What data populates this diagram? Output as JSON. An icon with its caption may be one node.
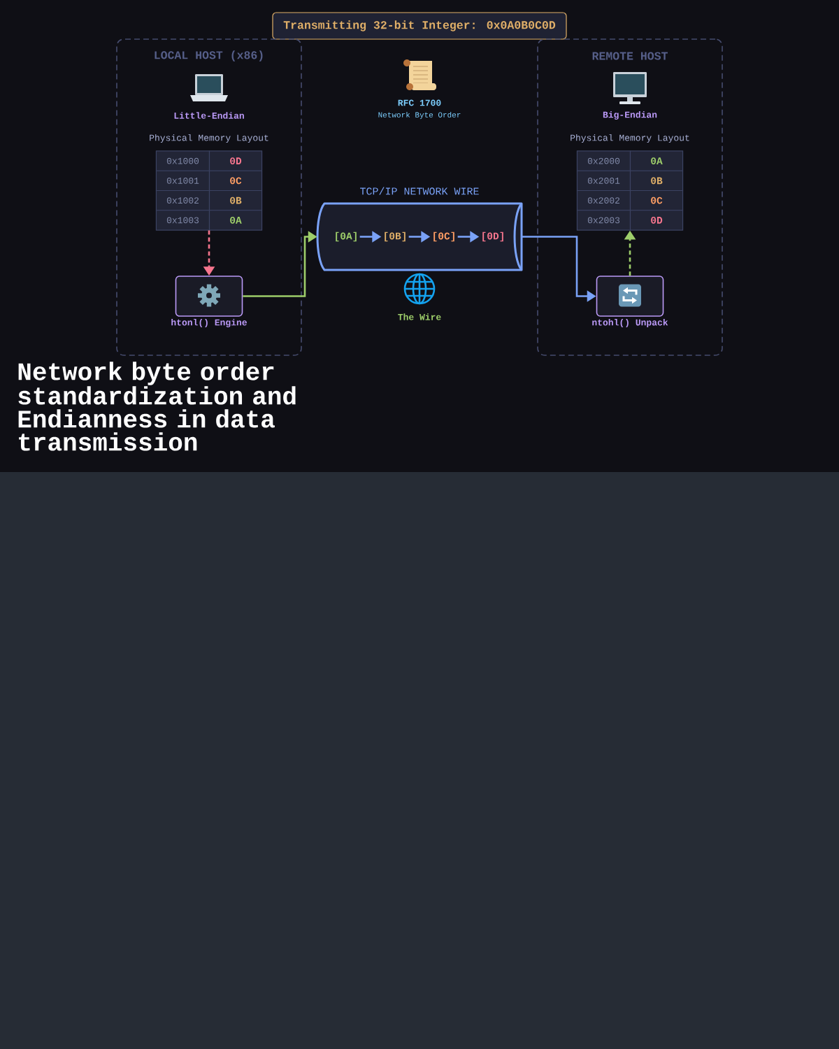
{
  "diagram": {
    "title": "Network byte order standardization and Endianness in data transmission",
    "nodes": [
      {
        "text": [
          "Transmitting 32-bit Integer: 0x0A0B0C0D"
        ]
      },
      {
        "text": [
          "LOCAL HOST (x86)"
        ]
      },
      {
        "text": [
          "Physical Memory Layout",
          "0x1000",
          "0D",
          "0x1001",
          "0C",
          "0x1002",
          "0B",
          "0x1003",
          "0A"
        ],
        "in": 1
      },
      {
        "text": [
          "htonl() Engine"
        ],
        "in": 1
      },
      {
        "text": [
          "TCP/IP NETWORK WIRE"
        ]
      },
      {
        "text": [
          "[0A]"
        ],
        "in": 4
      },
      {
        "text": [
          "[0B]"
        ],
        "in": 4
      },
      {
        "text": [
          "[0C]"
        ],
        "in": 4
      },
      {
        "text": [
          "[0D]"
        ],
        "in": 4
      },
      {
        "text": [
          "REMOTE HOST"
        ]
      },
      {
        "text": [
          "Physical Memory Layout",
          "0x2000",
          "0A",
          "0x2001",
          "0B",
          "0x2002",
          "0C",
          "0x2003",
          "0D"
        ],
        "in": 9
      },
      {
        "text": [
          "ntohl() Unpack"
        ],
        "in": 9
      }
    ],
    "edges": [
      {
        "from": 2,
        "to": 3,
        "arrow": "to",
        "style": "dashed",
        "color": "#f7768e"
      },
      {
        "from": 3,
        "to": 4,
        "arrow": "to",
        "color": "#9ece6a"
      },
      {
        "from": 5,
        "to": 6,
        "arrow": "to"
      },
      {
        "from": 6,
        "to": 7,
        "arrow": "to"
      },
      {
        "from": 7,
        "to": 8,
        "arrow": "to"
      },
      {
        "from": 4,
        "to": 11,
        "arrow": "to"
      },
      {
        "from": 11,
        "to": 10,
        "arrow": "to",
        "style": "dashed",
        "color": "#9ece6a"
      }
    ],
    "labels": [
      "Little-Endian",
      "RFC 1700",
      "Network Byte Order",
      "Big-Endian",
      "The Wire"
    ]
  }
}
